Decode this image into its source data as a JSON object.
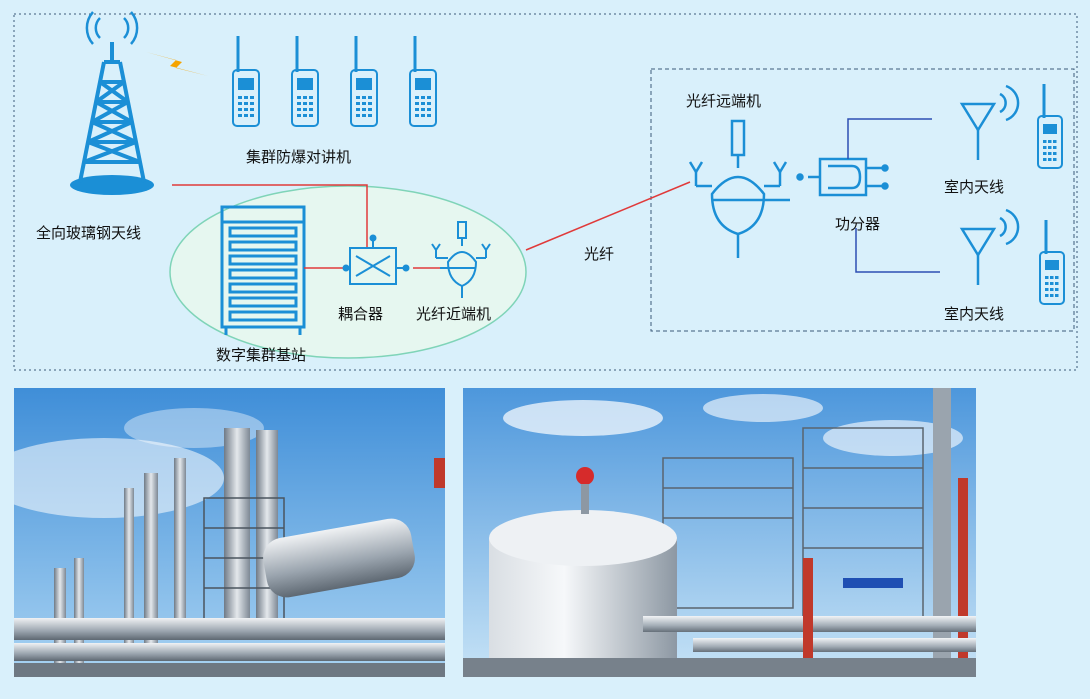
{
  "diagram": {
    "labels": {
      "tower": "全向玻璃钢天线",
      "radios": "集群防爆对讲机",
      "base_station": "数字集群基站",
      "coupler": "耦合器",
      "near_end": "光纤近端机",
      "fiber": "光纤",
      "far_end": "光纤远端机",
      "splitter": "功分器",
      "indoor_antenna_top": "室内天线",
      "indoor_antenna_bottom": "室内天线"
    }
  },
  "colors": {
    "background": "#d9f0fb",
    "icon_blue": "#1b8fd6",
    "link_red": "#e03a3a",
    "signal_orange": "#f5a300",
    "frame_dash": "#3a5a7a"
  },
  "photos": [
    {
      "subject": "refinery-towers-and-pipes"
    },
    {
      "subject": "storage-tank-and-pipes"
    }
  ]
}
